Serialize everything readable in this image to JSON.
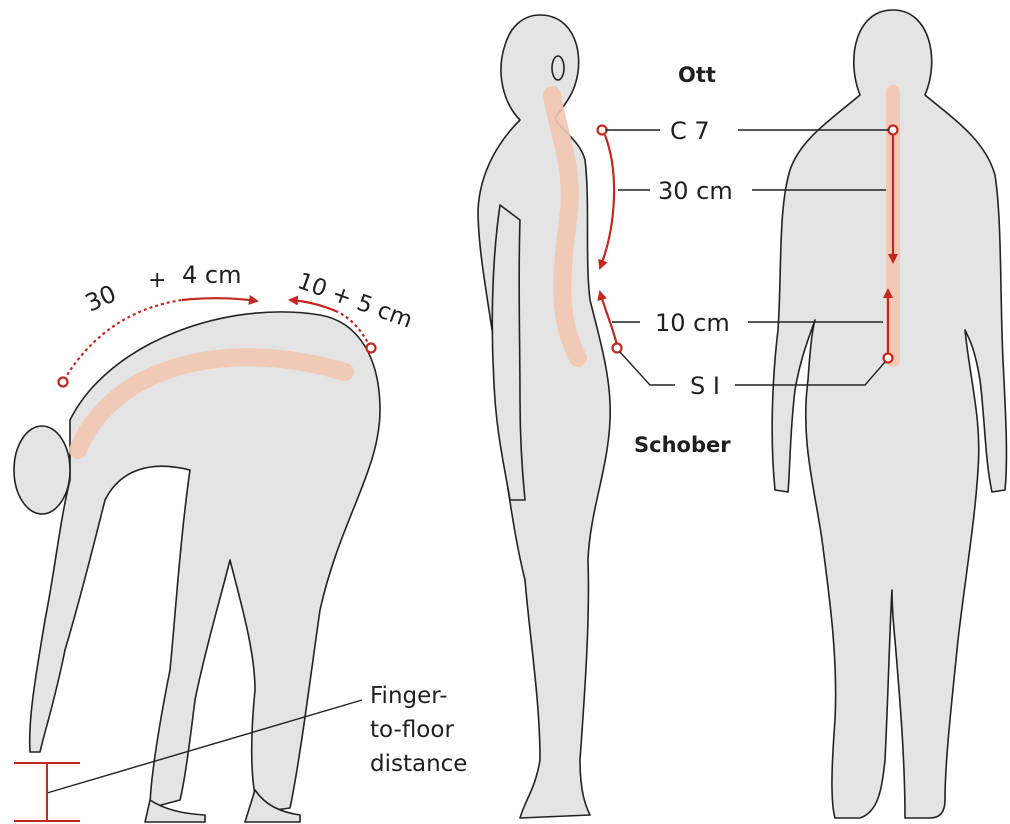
{
  "labels": {
    "ott": "Ott",
    "schober": "Schober",
    "c7": "C 7",
    "s1": "S I",
    "ott_distance": "30 cm",
    "schober_distance": "10 cm",
    "flexion_ott_a": "30",
    "flexion_ott_b": "+",
    "flexion_ott_c": "4 cm",
    "flexion_schober": "10 + 5 cm",
    "finger_floor_1": "Finger-",
    "finger_floor_2": "to-floor",
    "finger_floor_3": "distance"
  },
  "colors": {
    "body_fill": "#e4e4e4",
    "body_stroke": "#222222",
    "spine_highlight": "#f1c7b0",
    "marker_red": "#c4281f",
    "leader_line": "#222222"
  }
}
